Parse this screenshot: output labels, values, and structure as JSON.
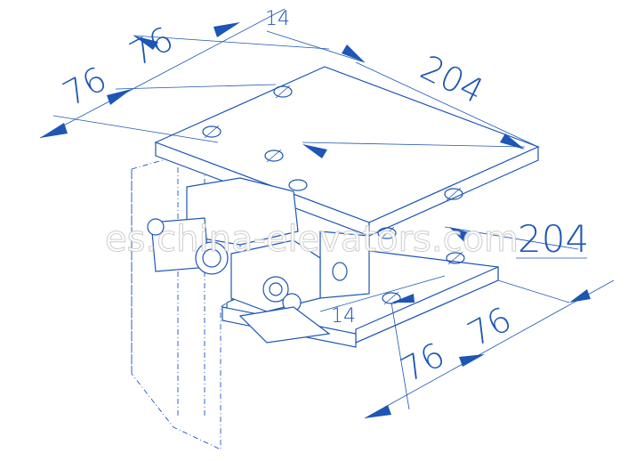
{
  "drawing": {
    "dimensions": {
      "top_left_76_a": "76",
      "top_left_76_b": "76",
      "top_14": "14",
      "top_204": "204",
      "right_204": "204",
      "bottom_14": "14",
      "bottom_76_a": "76",
      "bottom_76_b": "76"
    },
    "watermark": "es.china-elevators.com",
    "line_color": "#1d56b4"
  }
}
